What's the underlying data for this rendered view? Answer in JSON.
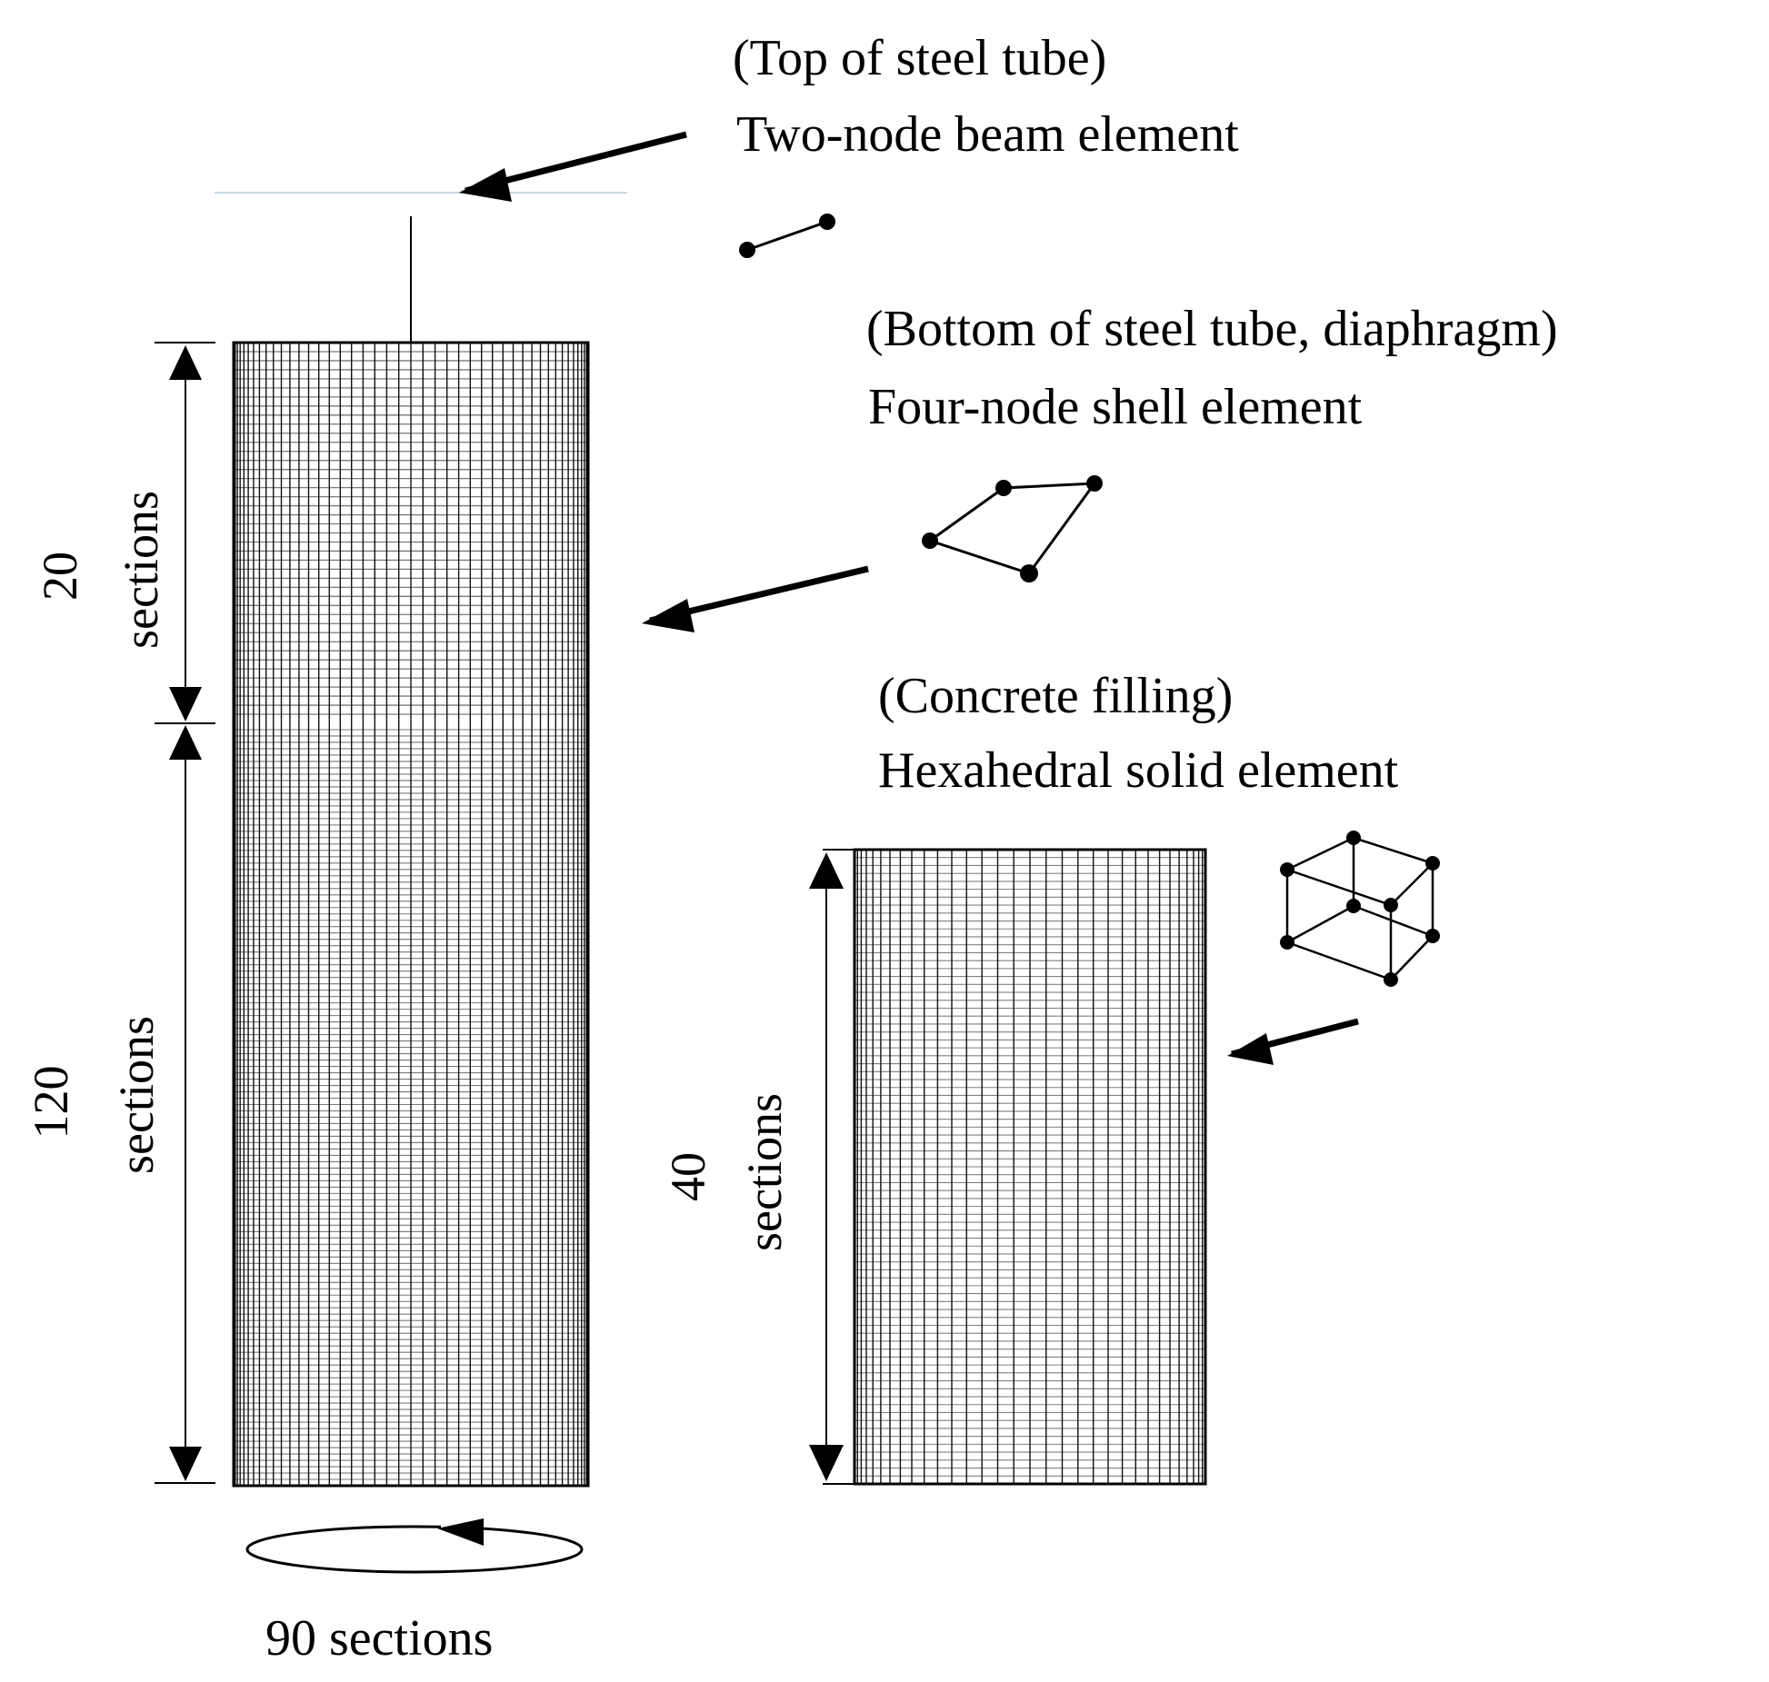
{
  "beam": {
    "location": "(Top of steel tube)",
    "element": "Two-node beam element"
  },
  "shell": {
    "location": "(Bottom of steel tube, diaphragm)",
    "element": "Four-node shell element"
  },
  "solid": {
    "location": "(Concrete filling)",
    "element": "Hexahedral solid element"
  },
  "dimensions": {
    "upper_count": "20",
    "upper_unit": "sections",
    "lower_count": "120",
    "lower_unit": "sections",
    "core_count": "40",
    "core_unit": "sections",
    "circumferential": "90 sections"
  }
}
